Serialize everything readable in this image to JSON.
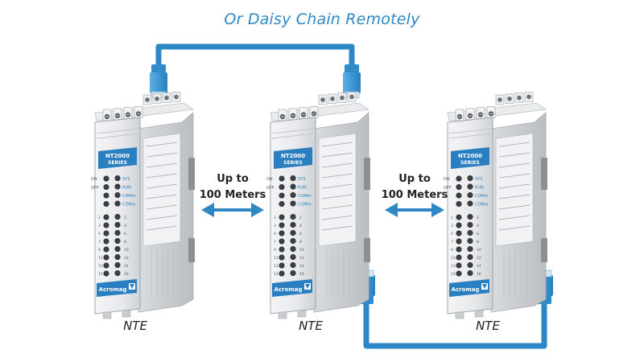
{
  "title": "Or Daisy Chain Remotely",
  "distance_labels": [
    {
      "line1": "Up to",
      "line2": "100 Meters"
    },
    {
      "line1": "Up to",
      "line2": "100 Meters"
    }
  ],
  "module": {
    "caption": "NTE",
    "series_line1": "NT2000",
    "series_line2": "SERIES",
    "brand": "Acromag",
    "status_leds": [
      "SYS",
      "RUN",
      "COMm",
      "COMm"
    ],
    "side_labels": [
      "ON",
      "OFF"
    ],
    "channels": [
      "1",
      "2",
      "3",
      "4",
      "5",
      "6",
      "7",
      "8",
      "9",
      "10",
      "11",
      "12",
      "13",
      "14",
      "15",
      "16"
    ]
  },
  "modules": [
    {
      "caption": "NTE"
    },
    {
      "caption": "NTE"
    },
    {
      "caption": "NTE"
    }
  ],
  "colors": {
    "cable": "#2c87c4",
    "title": "#2f88c6",
    "arrow": "#2f88c6",
    "badge": "#2a7fc0"
  }
}
